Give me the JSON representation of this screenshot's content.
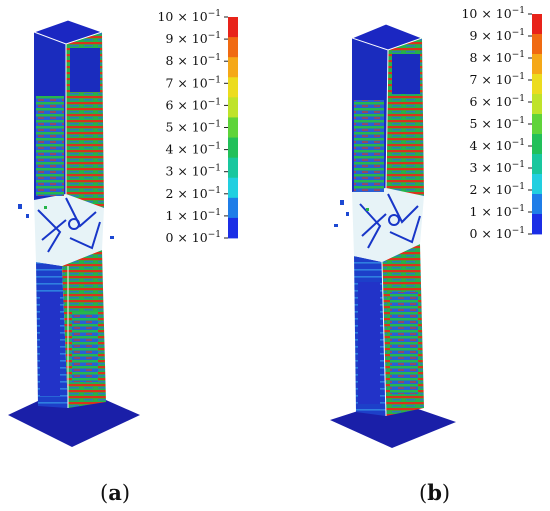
{
  "panels": [
    {
      "caption_open": "(",
      "caption_letter": "a",
      "caption_close": ")",
      "colorbar": {
        "ticks": [
          "10 × 10",
          "9 × 10",
          "8 × 10",
          "7 × 10",
          "6 × 10",
          "5 × 10",
          "4 × 10",
          "3 × 10",
          "2 × 10",
          "1 × 10",
          "0 × 10"
        ],
        "exponent": "−1",
        "colors": [
          "#e8231a",
          "#f06a12",
          "#f5a818",
          "#ecdc1e",
          "#bfe32a",
          "#5fd43a",
          "#22c05a",
          "#19c79e",
          "#22cfe0",
          "#1f7de8",
          "#1b2ee6"
        ]
      }
    },
    {
      "caption_open": "(",
      "caption_letter": "b",
      "caption_close": ")",
      "colorbar": {
        "ticks": [
          "10 × 10",
          "9 × 10",
          "8 × 10",
          "7 × 10",
          "6 × 10",
          "5 × 10",
          "4 × 10",
          "3 × 10",
          "2 × 10",
          "1 × 10",
          "0 × 10"
        ],
        "exponent": "−1",
        "colors": [
          "#e8231a",
          "#f06a12",
          "#f5a818",
          "#ecdc1e",
          "#bfe32a",
          "#5fd43a",
          "#22c05a",
          "#19c79e",
          "#22cfe0",
          "#1f7de8",
          "#1b2ee6"
        ]
      }
    }
  ]
}
